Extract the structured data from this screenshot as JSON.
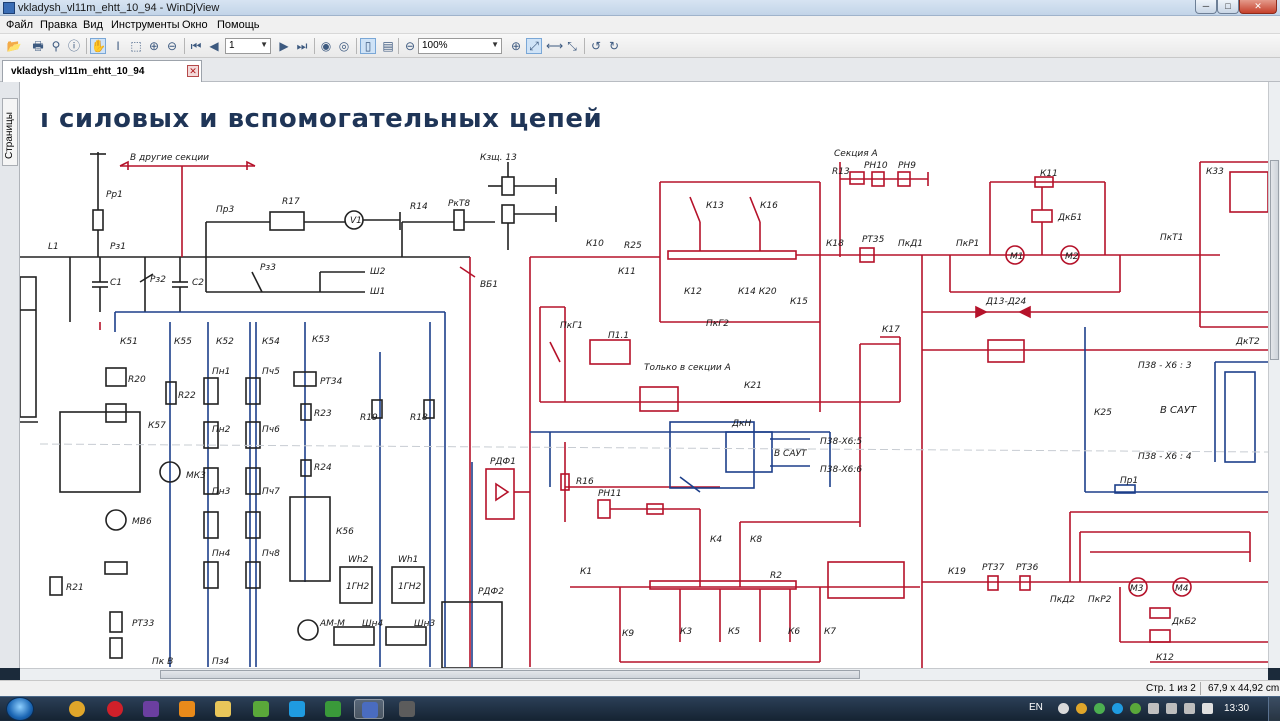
{
  "window": {
    "title": "vkladysh_vl11m_ehtt_10_94 - WinDjView",
    "minimize_glyph": "─",
    "maximize_glyph": "□",
    "close_glyph": "✕"
  },
  "menu": {
    "file": "Файл",
    "edit": "Правка",
    "view": "Вид",
    "tools": "Инструменты",
    "window": "Окно",
    "help": "Помощь"
  },
  "toolbar": {
    "page_number": "1",
    "zoom": "100%"
  },
  "tab": {
    "label": "vkladysh_vl11m_ehtt_10_94",
    "close_glyph": "✕"
  },
  "sidepanel": {
    "pages_label": "Страницы"
  },
  "document": {
    "heading": "силовых и вспомогательных цепей",
    "heading_prefix": "ı",
    "labels": {
      "other_sections": "В другие секции",
      "section_a": "Секция  А",
      "only_section_a": "Только  в  секции  А",
      "to_saut": "В САУТ",
      "in_saut": "В  САУТ",
      "kzsch13": "Кзщ. 13",
      "p38_x6_3": "П38 - Х6 : 3",
      "p38_x6_4": "П38 - Х6 : 4",
      "p38_x6_5": "П38-Х6:5",
      "p38_x6_6": "П38-Х6:6",
      "pr1": "Пр1",
      "rp1": "Рр1",
      "l1": "L1",
      "r3_1": "Рз1",
      "c1": "С1",
      "c2": "С2",
      "pz2": "Рз2",
      "pz3": "Рз3",
      "r17": "R17",
      "pr3": "Пр3",
      "v1": "V1",
      "r14": "R14",
      "rkt8": "РкТ8",
      "sh2": "Ш2",
      "sh1": "Ш1",
      "vb1": "ВБ1",
      "k10": "К10",
      "r25": "R25",
      "k11": "К11",
      "k12": "К12",
      "k13": "К13",
      "k14_k20": "К14 К20",
      "k15": "К15",
      "k16": "К16",
      "k17": "К17",
      "k18": "К18",
      "k21": "К21",
      "k25": "К25",
      "pkg1": "ПкГ1",
      "pkg2": "ПкГ2",
      "p11": "П1.1",
      "r13": "R13",
      "rn10": "РН10",
      "rn9": "РН9",
      "rt35": "РТ35",
      "pkd1": "ПкД1",
      "pkr1": "ПкР1",
      "pkt1": "ПкТ1",
      "k11b": "К11",
      "dkb1": "ДкБ1",
      "m1": "М1",
      "m2": "М2",
      "d13_d24": "Д13-Д24",
      "k33": "К33",
      "dkt2": "ДкТ2",
      "dkn": "ДкН",
      "rdf1": "РДФ1",
      "rdf2": "РДФ2",
      "r16": "R16",
      "rn11": "РН11",
      "k4": "К4",
      "k8": "К8",
      "k1": "К1",
      "r2": "R2",
      "k3": "К3",
      "k5": "К5",
      "k6": "К6",
      "k7": "К7",
      "k9": "К9",
      "k19": "К19",
      "rt37": "РТ37",
      "rt36": "РТ36",
      "pkd2": "ПкД2",
      "pkr2": "ПкР2",
      "m3": "М3",
      "m4": "М4",
      "dkb2": "ДкБ2",
      "k12b": "К12",
      "k51": "К51",
      "k55": "К55",
      "k52": "К52",
      "k54": "К54",
      "k53": "К53",
      "k57": "К57",
      "k56": "К56",
      "r20": "R20",
      "r22": "R22",
      "r23": "R23",
      "r24": "R24",
      "r19": "R19",
      "r18": "R18",
      "r21": "R21",
      "rt34": "РТ34",
      "rt33": "РТ33",
      "mv6": "МВ6",
      "mk3": "МК3",
      "am_m": "АМ-М",
      "wh2": "Wh2",
      "wh1": "Wh1",
      "1gn2": "1ГН2",
      "1gn1": "1ГН2",
      "shn4": "Шн4",
      "shn3": "Шн3",
      "pkv": "Пк В",
      "pn1": "Пн1",
      "pn2": "Пн2",
      "pn3": "Пн3",
      "pn4": "Пн4",
      "pch5": "Пч5",
      "pch6": "Пч6",
      "pch7": "Пч7",
      "pch8": "Пч8",
      "pn4b": "Пз4"
    }
  },
  "status": {
    "page": "Стр. 1 из 2",
    "size": "67,9 x 44,92 cm"
  },
  "taskbar": {
    "lang": "EN",
    "clock": "13:30"
  }
}
